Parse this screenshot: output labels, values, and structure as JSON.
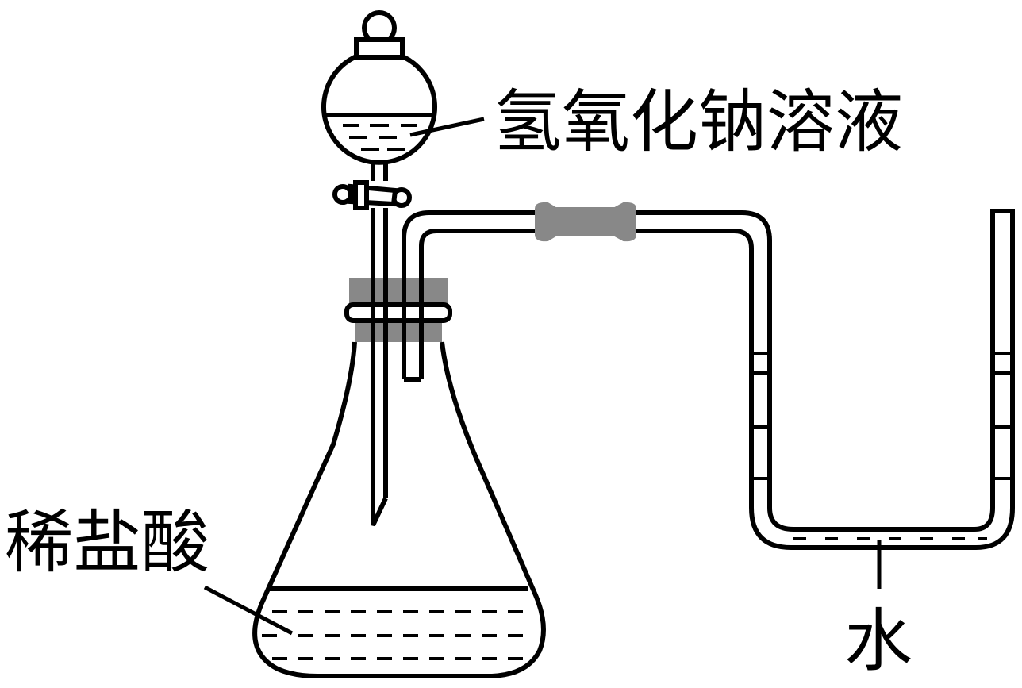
{
  "labels": {
    "naoh_solution": "氢氧化钠溶液",
    "dilute_hcl": "稀盐酸",
    "water": "水"
  },
  "colors": {
    "line": "#000000",
    "stopper_gray": "#888888",
    "background": "#ffffff"
  }
}
